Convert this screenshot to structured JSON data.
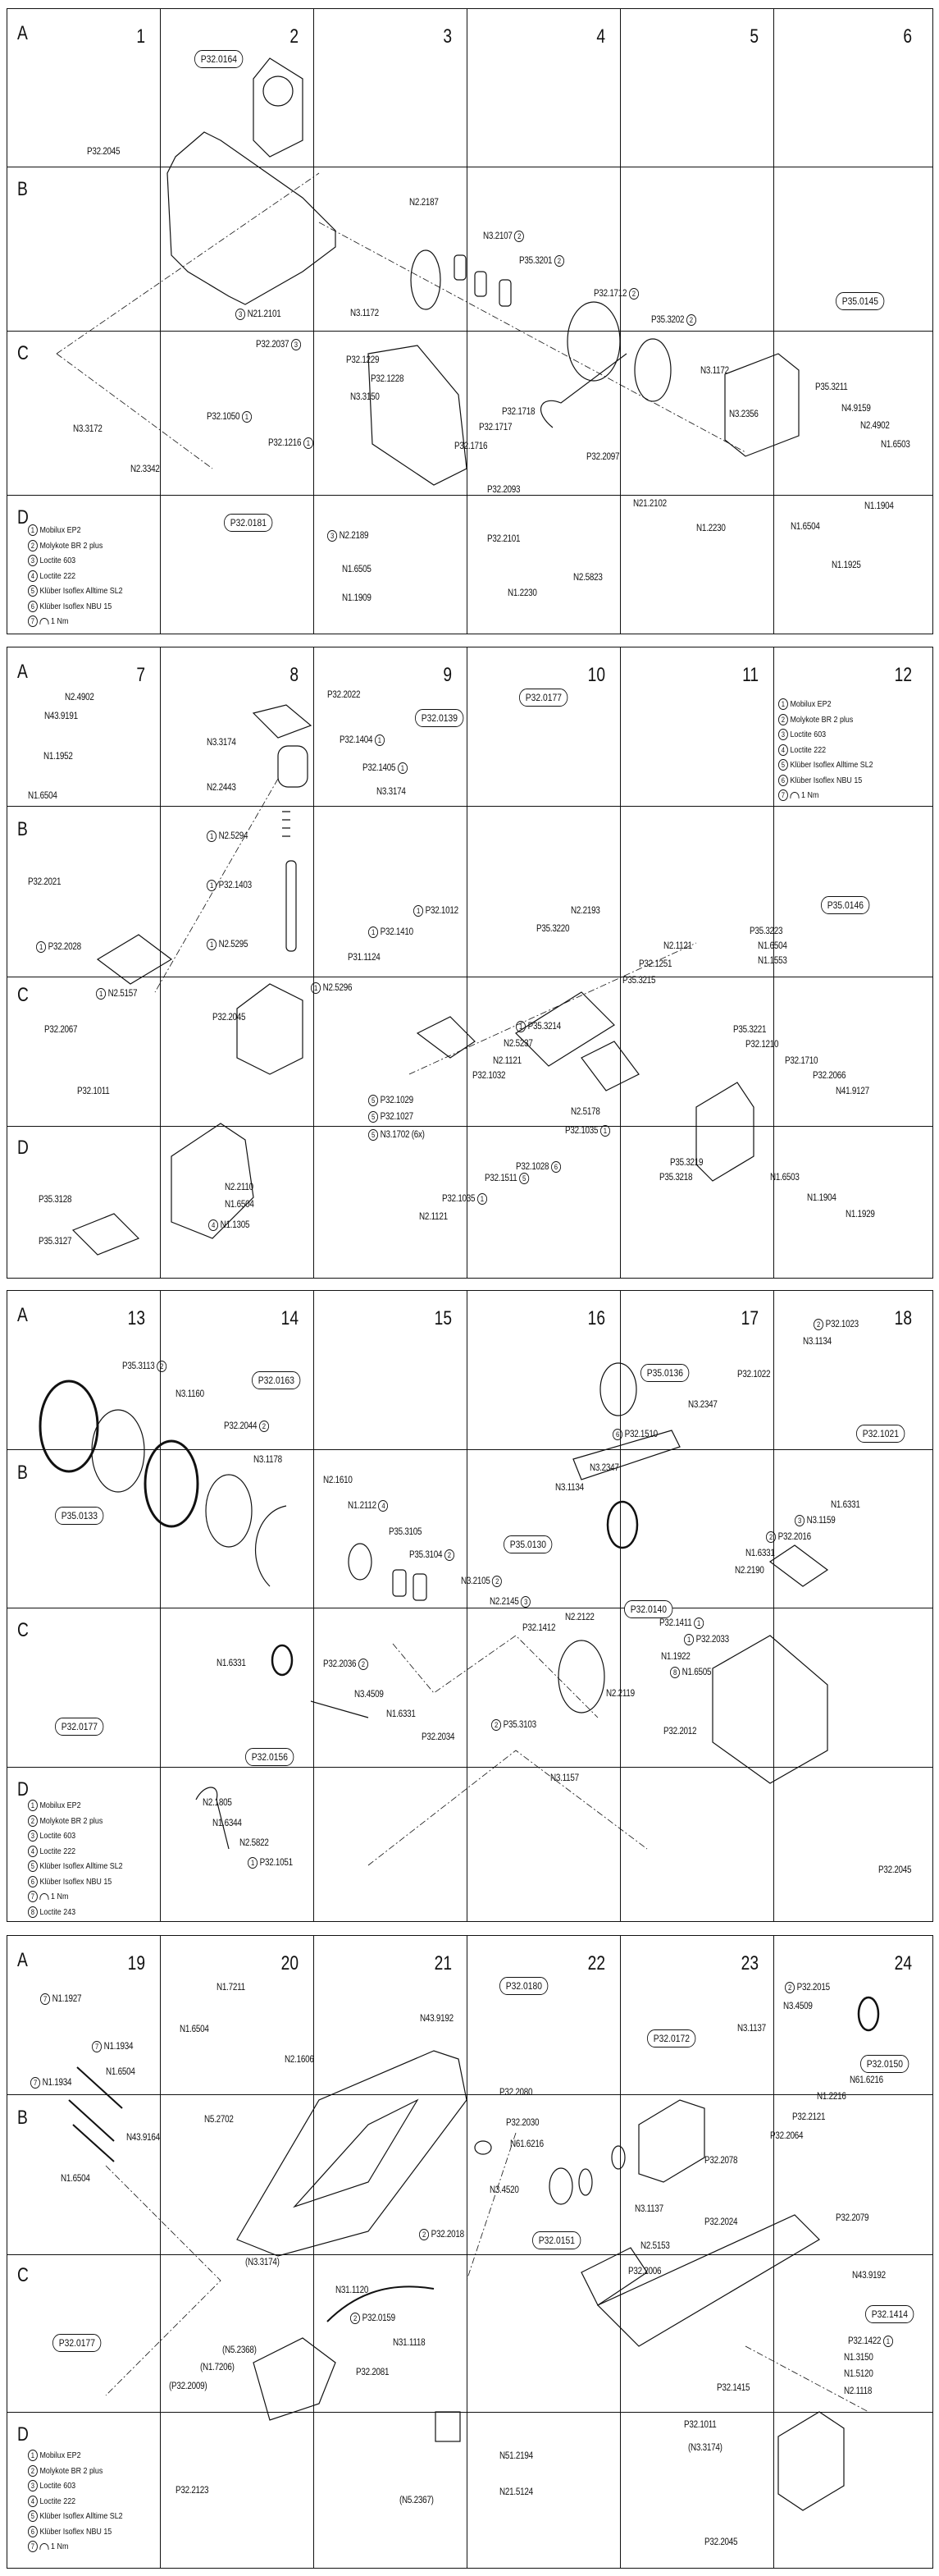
{
  "document": {
    "title": "Exploded parts diagram",
    "panels": [
      {
        "columns": [
          "1",
          "2",
          "3",
          "4",
          "5",
          "6"
        ],
        "rows": [
          "A",
          "B",
          "C",
          "D"
        ],
        "assemblies": [
          "P32.0164",
          "P35.0145",
          "P32.0181"
        ],
        "labels": [
          "P32.2045",
          "N2.2187",
          "N3.2107",
          "P35.3201",
          "P32.1712",
          "P35.3202",
          "N21.2101",
          "N3.1172",
          "P32.2037",
          "P32.1229",
          "P32.1228",
          "N3.3150",
          "P32.1718",
          "P32.1717",
          "P32.1716",
          "N3.3172",
          "P32.1050",
          "P32.1216",
          "N2.3342",
          "N3.1172",
          "N3.2356",
          "P35.3211",
          "N4.9159",
          "N2.4902",
          "N1.6503",
          "P32.2097",
          "N21.2102",
          "P32.2093",
          "N2.2189",
          "P32.2101",
          "N1.6505",
          "N1.1909",
          "N1.2230",
          "N2.5823",
          "N1.2230",
          "N1.1904",
          "N1.6504",
          "N1.1925"
        ],
        "lubricant_refs": {
          "N3.2107": "2",
          "P35.3201": "2",
          "P32.1712": "2",
          "P35.3202": "2",
          "N21.2101": "3",
          "P32.2037": "3",
          "P32.1050": "1",
          "P32.1216": "1",
          "N2.2189": "3"
        }
      },
      {
        "columns": [
          "7",
          "8",
          "9",
          "10",
          "11",
          "12"
        ],
        "rows": [
          "A",
          "B",
          "C",
          "D"
        ],
        "assemblies": [
          "P32.0139",
          "P32.0177",
          "P35.0146"
        ],
        "labels": [
          "N2.4902",
          "N43.9191",
          "N1.1952",
          "N1.6504",
          "P32.2022",
          "N3.3174",
          "P32.1404",
          "P32.1405",
          "N2.2443",
          "N3.3174",
          "N2.5294",
          "P32.1403",
          "N2.5295",
          "P32.2021",
          "P32.2028",
          "P32.1012",
          "P32.1410",
          "P31.1124",
          "N2.2193",
          "P35.3220",
          "N2.1121",
          "P32.1251",
          "P35.3223",
          "N1.6504",
          "N1.1553",
          "N2.5157",
          "N2.5296",
          "P32.2045",
          "P32.2067",
          "P35.3215",
          "P35.3214",
          "N2.5237",
          "N2.1121",
          "P32.1032",
          "P35.3221",
          "P32.1210",
          "P32.1710",
          "P32.2066",
          "N41.9127",
          "P32.1011",
          "P32.1029",
          "P32.1027",
          "N3.1702 (6x)",
          "N2.5178",
          "P32.1035",
          "P32.1028",
          "P35.3219",
          "P35.3218",
          "N1.6503",
          "N1.1904",
          "N1.1929",
          "N2.2110",
          "N1.6504",
          "N1.1305",
          "P32.1511",
          "P32.1035",
          "N2.1121",
          "P35.3128",
          "P35.3127"
        ]
      },
      {
        "columns": [
          "13",
          "14",
          "15",
          "16",
          "17",
          "18"
        ],
        "rows": [
          "A",
          "B",
          "C",
          "D"
        ],
        "assemblies": [
          "P32.0163",
          "P35.0133",
          "P35.0136",
          "P32.1021",
          "P35.0130",
          "P32.0140",
          "P32.0177",
          "P32.0156"
        ],
        "labels": [
          "P35.3113",
          "N3.1160",
          "P32.2044",
          "N3.1178",
          "N2.1610",
          "N1.2112",
          "P35.3105",
          "P35.3104",
          "N3.2105",
          "N2.2145",
          "P32.1023",
          "N3.1134",
          "P32.1022",
          "N3.2347",
          "P32.1510",
          "N3.2347",
          "N3.1134",
          "N1.6331",
          "N3.1159",
          "P32.2016",
          "N1.6331",
          "N2.2190",
          "N2.2122",
          "P32.1412",
          "P32.1411",
          "P32.2033",
          "N1.1922",
          "N1.6505",
          "N2.2119",
          "P35.3103",
          "P32.2012",
          "N3.1157",
          "N1.6331",
          "P32.2036",
          "N3.4509",
          "N1.6331",
          "P32.2034",
          "N2.1805",
          "N1.6344",
          "N2.5822",
          "P32.1051",
          "P32.2045"
        ]
      },
      {
        "columns": [
          "19",
          "20",
          "21",
          "22",
          "23",
          "24"
        ],
        "rows": [
          "A",
          "B",
          "C",
          "D"
        ],
        "assemblies": [
          "P32.0180",
          "P32.0172",
          "P32.0150",
          "P32.0151",
          "P32.1414",
          "P32.0177"
        ],
        "labels": [
          "N1.1927",
          "N1.1934",
          "N1.1934",
          "N1.6504",
          "N1.6504",
          "N1.6504",
          "N1.7211",
          "N2.1606",
          "N43.9192",
          "N43.9164",
          "N5.2702",
          "P32.2080",
          "P32.2030",
          "N61.6216",
          "N3.4520",
          "N3.1137",
          "P32.2078",
          "P32.2018",
          "P32.2015",
          "N3.4509",
          "N3.1137",
          "N61.6216",
          "N1.2216",
          "P32.2121",
          "P32.2064",
          "P32.2024",
          "N2.5153",
          "P32.2079",
          "(N3.3174)",
          "N31.1120",
          "P32.0159",
          "N31.1118",
          "P32.2006",
          "N43.9192",
          "(N5.2368)",
          "(N1.7206)",
          "(P32.2009)",
          "P32.2081",
          "P32.1422",
          "N1.3150",
          "N1.5120",
          "N2.1118",
          "P32.1415",
          "P32.1011",
          "(N3.3174)",
          "N51.2194",
          "N21.5124",
          "(N5.2367)",
          "P32.2123",
          "P32.2045"
        ]
      }
    ],
    "legend": [
      {
        "num": "1",
        "text": "Mobilux EP2"
      },
      {
        "num": "2",
        "text": "Molykote BR 2 plus"
      },
      {
        "num": "3",
        "text": "Loctite 603"
      },
      {
        "num": "4",
        "text": "Loctite 222"
      },
      {
        "num": "5",
        "text": "Klüber Isoflex Alltime SL2"
      },
      {
        "num": "6",
        "text": "Klüber Isoflex NBU 15"
      },
      {
        "num": "7",
        "text": "1 Nm",
        "icon": "torque-icon"
      },
      {
        "num": "8",
        "text": "Loctite 243"
      }
    ]
  }
}
